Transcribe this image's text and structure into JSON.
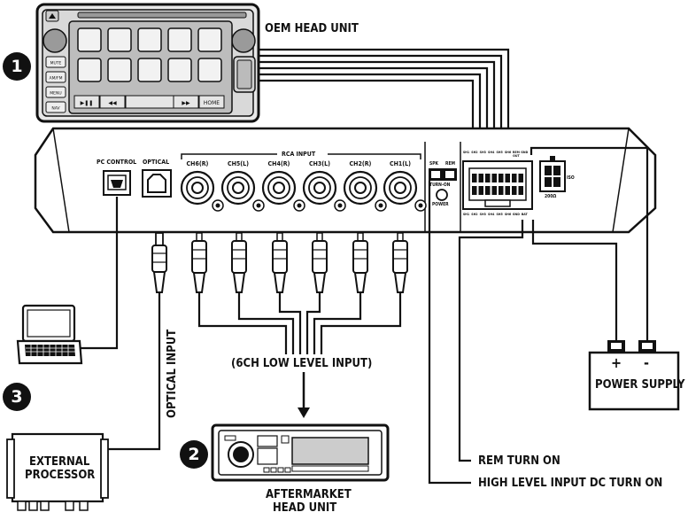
{
  "markers": {
    "one": "1",
    "two": "2",
    "three": "3"
  },
  "labels": {
    "oem_head_unit": "OEM HEAD UNIT",
    "pc_control": "PC CONTROL",
    "optical": "OPTICAL",
    "rca_input": "RCA INPUT",
    "channels": [
      "CH6(R)",
      "CH5(L)",
      "CH4(R)",
      "CH3(L)",
      "CH2(R)",
      "CH1(L)"
    ],
    "spk": "SPK",
    "rem": "REM",
    "turn_on": "TURN-ON",
    "power": "POWER",
    "iso": "ISO",
    "ohm": "200Ω",
    "low_level_input": "(6CH LOW LEVEL INPUT)",
    "optical_input": "OPTICAL INPUT",
    "external_processor_line1": "EXTERNAL",
    "external_processor_line2": "PROCESSOR",
    "aftermarket_line1": "AFTERMARKET",
    "aftermarket_line2": "HEAD UNIT",
    "power_supply": "POWER SUPPLY",
    "plus": "+",
    "minus": "-",
    "rem_turn_on": "REM TURN ON",
    "high_level_turn_on": "HIGH LEVEL INPUT DC TURN ON"
  },
  "head_unit": {
    "side_buttons": [
      "MUTE",
      "AM/FM",
      "MENU",
      "NAV"
    ],
    "bottom_buttons": [
      "▶❚❚",
      "◀◀",
      "",
      "▶▶",
      "HOME"
    ]
  },
  "connector_pins_top": [
    "SH1",
    "SH2",
    "SH3",
    "SH4",
    "SH5",
    "SH6",
    "REM OUT",
    "GND"
  ],
  "connector_pins_bottom": [
    "SH1",
    "SH2",
    "SH3",
    "SH4",
    "SH5",
    "SH6",
    "GND",
    "BAT"
  ],
  "icons": {
    "laptop": "laptop-icon",
    "processor": "external-processor-icon",
    "radio": "car-stereo-icon"
  }
}
